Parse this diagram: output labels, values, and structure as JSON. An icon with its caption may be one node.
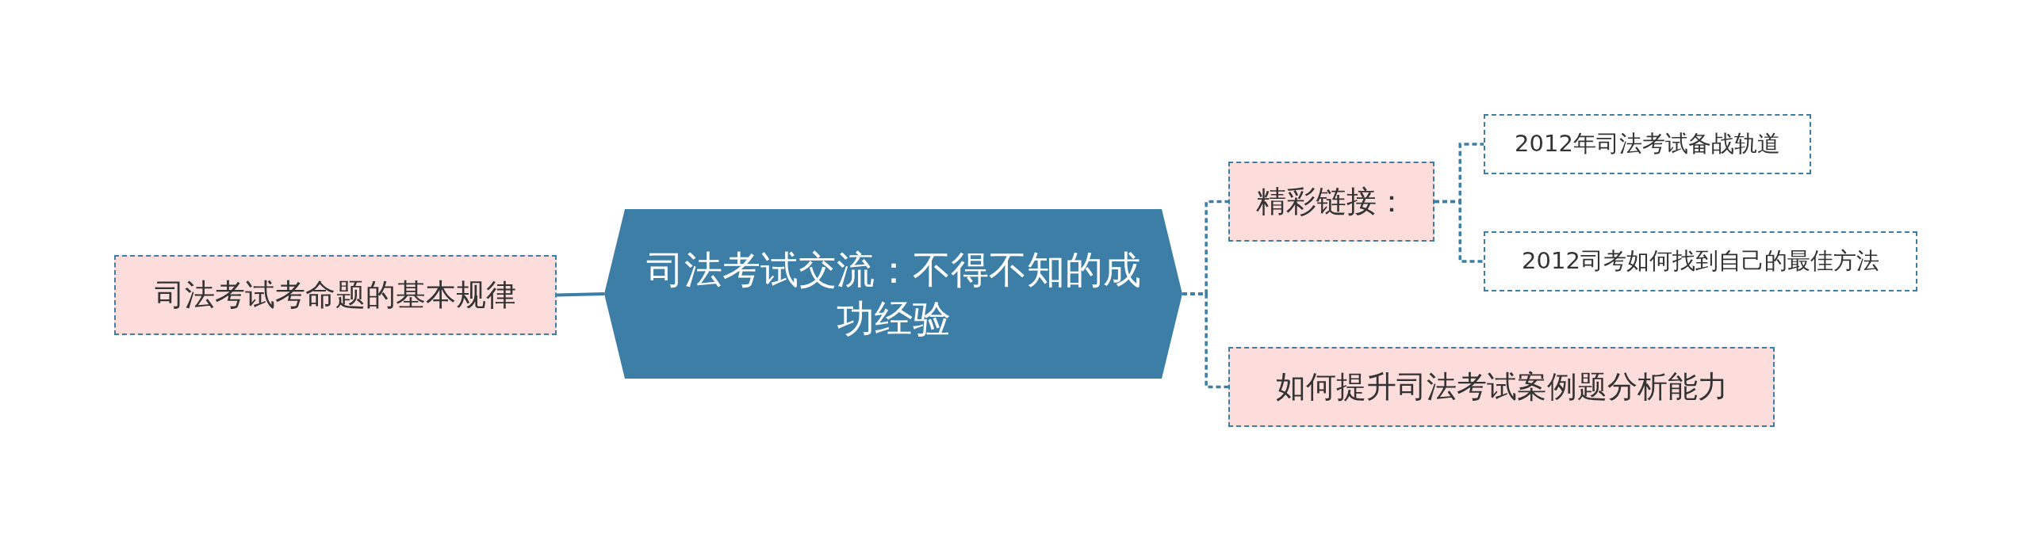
{
  "diagram": {
    "nodes": [
      {
        "text": [
          "司法考试交流：不得不知的成功经验"
        ]
      },
      {
        "text": [
          "司法考试考命题的基本规律"
        ]
      },
      {
        "text": [
          "精彩链接："
        ]
      },
      {
        "text": [
          "2012年司法考试备战轨道"
        ]
      },
      {
        "text": [
          "2012司考如何找到自己的最佳方法"
        ]
      },
      {
        "text": [
          "如何提升司法考试案例题分析能力"
        ]
      }
    ],
    "edges": [
      {
        "from": 0,
        "to": 1,
        "arrow": "none"
      },
      {
        "from": 0,
        "to": 2,
        "arrow": "none",
        "style": "dashed"
      },
      {
        "from": 0,
        "to": 5,
        "arrow": "none",
        "style": "dashed"
      },
      {
        "from": 2,
        "to": 3,
        "arrow": "none",
        "style": "dashed"
      },
      {
        "from": 2,
        "to": 4,
        "arrow": "none",
        "style": "dashed"
      }
    ]
  }
}
